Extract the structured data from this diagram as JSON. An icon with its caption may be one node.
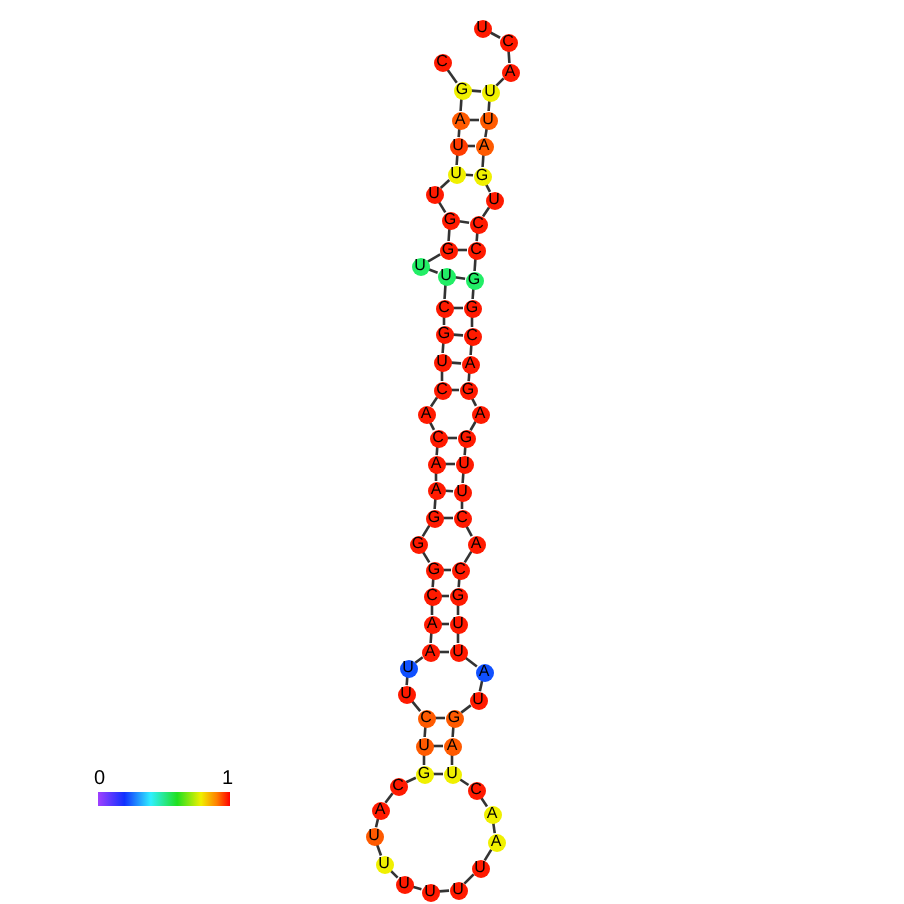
{
  "diagram": {
    "nodes": [
      {
        "text": [
          "C"
        ]
      },
      {
        "text": [
          "G"
        ]
      },
      {
        "text": [
          "A"
        ]
      },
      {
        "text": [
          "U"
        ]
      },
      {
        "text": [
          "U"
        ]
      },
      {
        "text": [
          "U"
        ]
      },
      {
        "text": [
          "G"
        ]
      },
      {
        "text": [
          "G"
        ]
      },
      {
        "text": [
          "U"
        ]
      },
      {
        "text": [
          "U"
        ]
      },
      {
        "text": [
          "C"
        ]
      },
      {
        "text": [
          "G"
        ]
      },
      {
        "text": [
          "U"
        ]
      },
      {
        "text": [
          "C"
        ]
      },
      {
        "text": [
          "A"
        ]
      },
      {
        "text": [
          "C"
        ]
      },
      {
        "text": [
          "A"
        ]
      },
      {
        "text": [
          "A"
        ]
      },
      {
        "text": [
          "G"
        ]
      },
      {
        "text": [
          "G"
        ]
      },
      {
        "text": [
          "G"
        ]
      },
      {
        "text": [
          "C"
        ]
      },
      {
        "text": [
          "A"
        ]
      },
      {
        "text": [
          "A"
        ]
      },
      {
        "text": [
          "U"
        ]
      },
      {
        "text": [
          "U"
        ]
      },
      {
        "text": [
          "C"
        ]
      },
      {
        "text": [
          "U"
        ]
      },
      {
        "text": [
          "G"
        ]
      },
      {
        "text": [
          "C"
        ]
      },
      {
        "text": [
          "A"
        ]
      },
      {
        "text": [
          "U"
        ]
      },
      {
        "text": [
          "U"
        ]
      },
      {
        "text": [
          "U"
        ]
      },
      {
        "text": [
          "U"
        ]
      },
      {
        "text": [
          "U"
        ]
      },
      {
        "text": [
          "U"
        ]
      },
      {
        "text": [
          "A"
        ]
      },
      {
        "text": [
          "A"
        ]
      },
      {
        "text": [
          "C"
        ]
      },
      {
        "text": [
          "U"
        ]
      },
      {
        "text": [
          "A"
        ]
      },
      {
        "text": [
          "G"
        ]
      },
      {
        "text": [
          "U"
        ]
      },
      {
        "text": [
          "A"
        ]
      },
      {
        "text": [
          "U"
        ]
      },
      {
        "text": [
          "U"
        ]
      },
      {
        "text": [
          "G"
        ]
      },
      {
        "text": [
          "C"
        ]
      },
      {
        "text": [
          "A"
        ]
      },
      {
        "text": [
          "C"
        ]
      },
      {
        "text": [
          "U"
        ]
      },
      {
        "text": [
          "U"
        ]
      },
      {
        "text": [
          "G"
        ]
      },
      {
        "text": [
          "A"
        ]
      },
      {
        "text": [
          "G"
        ]
      },
      {
        "text": [
          "A"
        ]
      },
      {
        "text": [
          "C"
        ]
      },
      {
        "text": [
          "G"
        ]
      },
      {
        "text": [
          "G"
        ]
      },
      {
        "text": [
          "C"
        ]
      },
      {
        "text": [
          "C"
        ]
      },
      {
        "text": [
          "U"
        ]
      },
      {
        "text": [
          "G"
        ]
      },
      {
        "text": [
          "A"
        ]
      },
      {
        "text": [
          "U"
        ]
      },
      {
        "text": [
          "U"
        ]
      },
      {
        "text": [
          "A"
        ]
      },
      {
        "text": [
          "C"
        ]
      },
      {
        "text": [
          "U"
        ]
      }
    ],
    "edges": [
      {
        "from": 0,
        "to": 1,
        "arrow": "none"
      },
      {
        "from": 1,
        "to": 2,
        "arrow": "none"
      },
      {
        "from": 2,
        "to": 3,
        "arrow": "none"
      },
      {
        "from": 3,
        "to": 4,
        "arrow": "none"
      },
      {
        "from": 4,
        "to": 5,
        "arrow": "none"
      },
      {
        "from": 5,
        "to": 6,
        "arrow": "none"
      },
      {
        "from": 6,
        "to": 7,
        "arrow": "none"
      },
      {
        "from": 7,
        "to": 8,
        "arrow": "none"
      },
      {
        "from": 8,
        "to": 9,
        "arrow": "none"
      },
      {
        "from": 9,
        "to": 10,
        "arrow": "none"
      },
      {
        "from": 10,
        "to": 11,
        "arrow": "none"
      },
      {
        "from": 11,
        "to": 12,
        "arrow": "none"
      },
      {
        "from": 12,
        "to": 13,
        "arrow": "none"
      },
      {
        "from": 13,
        "to": 14,
        "arrow": "none"
      },
      {
        "from": 14,
        "to": 15,
        "arrow": "none"
      },
      {
        "from": 15,
        "to": 16,
        "arrow": "none"
      },
      {
        "from": 16,
        "to": 17,
        "arrow": "none"
      },
      {
        "from": 17,
        "to": 18,
        "arrow": "none"
      },
      {
        "from": 18,
        "to": 19,
        "arrow": "none"
      },
      {
        "from": 19,
        "to": 20,
        "arrow": "none"
      },
      {
        "from": 20,
        "to": 21,
        "arrow": "none"
      },
      {
        "from": 21,
        "to": 22,
        "arrow": "none"
      },
      {
        "from": 22,
        "to": 23,
        "arrow": "none"
      },
      {
        "from": 23,
        "to": 24,
        "arrow": "none"
      },
      {
        "from": 24,
        "to": 25,
        "arrow": "none"
      },
      {
        "from": 25,
        "to": 26,
        "arrow": "none"
      },
      {
        "from": 26,
        "to": 27,
        "arrow": "none"
      },
      {
        "from": 27,
        "to": 28,
        "arrow": "none"
      },
      {
        "from": 28,
        "to": 29,
        "arrow": "none"
      },
      {
        "from": 29,
        "to": 30,
        "arrow": "none"
      },
      {
        "from": 30,
        "to": 31,
        "arrow": "none"
      },
      {
        "from": 31,
        "to": 32,
        "arrow": "none"
      },
      {
        "from": 32,
        "to": 33,
        "arrow": "none"
      },
      {
        "from": 33,
        "to": 34,
        "arrow": "none"
      },
      {
        "from": 34,
        "to": 35,
        "arrow": "none"
      },
      {
        "from": 35,
        "to": 36,
        "arrow": "none"
      },
      {
        "from": 36,
        "to": 37,
        "arrow": "none"
      },
      {
        "from": 37,
        "to": 38,
        "arrow": "none"
      },
      {
        "from": 38,
        "to": 39,
        "arrow": "none"
      },
      {
        "from": 39,
        "to": 40,
        "arrow": "none"
      },
      {
        "from": 40,
        "to": 41,
        "arrow": "none"
      },
      {
        "from": 41,
        "to": 42,
        "arrow": "none"
      },
      {
        "from": 42,
        "to": 43,
        "arrow": "none"
      },
      {
        "from": 43,
        "to": 44,
        "arrow": "none"
      },
      {
        "from": 44,
        "to": 45,
        "arrow": "none"
      },
      {
        "from": 45,
        "to": 46,
        "arrow": "none"
      },
      {
        "from": 46,
        "to": 47,
        "arrow": "none"
      },
      {
        "from": 47,
        "to": 48,
        "arrow": "none"
      },
      {
        "from": 48,
        "to": 49,
        "arrow": "none"
      },
      {
        "from": 49,
        "to": 50,
        "arrow": "none"
      },
      {
        "from": 50,
        "to": 51,
        "arrow": "none"
      },
      {
        "from": 51,
        "to": 52,
        "arrow": "none"
      },
      {
        "from": 52,
        "to": 53,
        "arrow": "none"
      },
      {
        "from": 53,
        "to": 54,
        "arrow": "none"
      },
      {
        "from": 54,
        "to": 55,
        "arrow": "none"
      },
      {
        "from": 55,
        "to": 56,
        "arrow": "none"
      },
      {
        "from": 56,
        "to": 57,
        "arrow": "none"
      },
      {
        "from": 57,
        "to": 58,
        "arrow": "none"
      },
      {
        "from": 58,
        "to": 59,
        "arrow": "none"
      },
      {
        "from": 59,
        "to": 60,
        "arrow": "none"
      },
      {
        "from": 60,
        "to": 61,
        "arrow": "none"
      },
      {
        "from": 61,
        "to": 62,
        "arrow": "none"
      },
      {
        "from": 62,
        "to": 63,
        "arrow": "none"
      },
      {
        "from": 63,
        "to": 64,
        "arrow": "none"
      },
      {
        "from": 64,
        "to": 65,
        "arrow": "none"
      },
      {
        "from": 65,
        "to": 66,
        "arrow": "none"
      },
      {
        "from": 66,
        "to": 67,
        "arrow": "none"
      },
      {
        "from": 67,
        "to": 68,
        "arrow": "none"
      },
      {
        "from": 68,
        "to": 69,
        "arrow": "none"
      },
      {
        "from": 1,
        "to": 66,
        "arrow": "none"
      },
      {
        "from": 2,
        "to": 65,
        "arrow": "none"
      },
      {
        "from": 3,
        "to": 64,
        "arrow": "none"
      },
      {
        "from": 4,
        "to": 63,
        "arrow": "none"
      },
      {
        "from": 6,
        "to": 61,
        "arrow": "none"
      },
      {
        "from": 7,
        "to": 60,
        "arrow": "none"
      },
      {
        "from": 9,
        "to": 59,
        "arrow": "none"
      },
      {
        "from": 10,
        "to": 58,
        "arrow": "none"
      },
      {
        "from": 11,
        "to": 57,
        "arrow": "none"
      },
      {
        "from": 12,
        "to": 56,
        "arrow": "none"
      },
      {
        "from": 13,
        "to": 55,
        "arrow": "none"
      },
      {
        "from": 15,
        "to": 53,
        "arrow": "none"
      },
      {
        "from": 16,
        "to": 52,
        "arrow": "none"
      },
      {
        "from": 17,
        "to": 51,
        "arrow": "none"
      },
      {
        "from": 18,
        "to": 50,
        "arrow": "none"
      },
      {
        "from": 20,
        "to": 48,
        "arrow": "none"
      },
      {
        "from": 21,
        "to": 47,
        "arrow": "none"
      },
      {
        "from": 22,
        "to": 46,
        "arrow": "none"
      },
      {
        "from": 23,
        "to": 45,
        "arrow": "none"
      },
      {
        "from": 26,
        "to": 42,
        "arrow": "none"
      },
      {
        "from": 27,
        "to": 41,
        "arrow": "none"
      },
      {
        "from": 28,
        "to": 40,
        "arrow": "none"
      }
    ],
    "labels": [
      "0",
      "1"
    ]
  }
}
